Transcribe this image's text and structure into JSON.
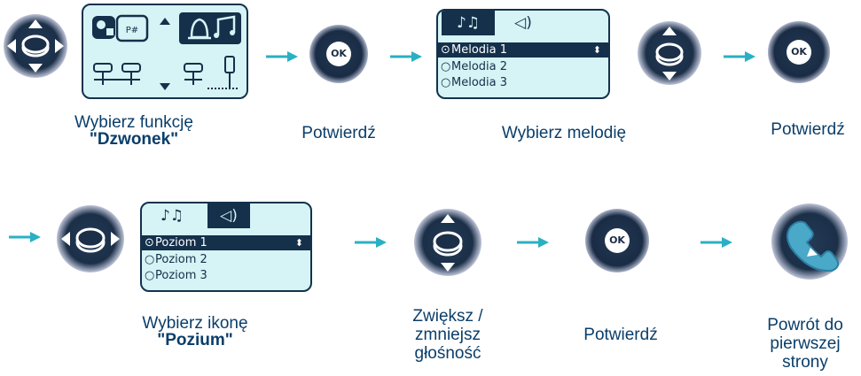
{
  "colors": {
    "arrow": "#2ab0c4",
    "lcd_bg": "#d6f3f5",
    "lcd_ink": "#14304b",
    "caption": "#0a3e6a"
  },
  "ok_label": "OK",
  "menu_screen": {
    "icons": [
      "contacts-icon",
      "keypad-icon",
      "bell-icon",
      "music-note-icon",
      "phone-pair-icon",
      "phone-pair-icon",
      "phone-icon",
      "handset-icon"
    ]
  },
  "melody_screen": {
    "tabs": [
      "♪♫",
      "◁)"
    ],
    "rows": [
      {
        "bullet": "⊙",
        "label": "Melodia 1",
        "selected": true,
        "marker": "⬍"
      },
      {
        "bullet": "○",
        "label": "Melodia 2"
      },
      {
        "bullet": "○",
        "label": "Melodia 3"
      }
    ]
  },
  "volume_screen": {
    "tabs": [
      "♪♫",
      "◁)"
    ],
    "rows": [
      {
        "bullet": "⊙",
        "label": "Poziom 1",
        "selected": true,
        "marker": "⬍"
      },
      {
        "bullet": "○",
        "label": "Poziom 2"
      },
      {
        "bullet": "○",
        "label": "Poziom 3"
      }
    ]
  },
  "captions": {
    "step1_line1": "Wybierz funkcję",
    "step1_line2": "\"Dzwonek\"",
    "step2": "Potwierdź",
    "step3": "Wybierz melodię",
    "step4": "Potwierdź",
    "step5_line1": "Wybierz ikonę",
    "step5_line2": "\"Pozium\"",
    "step6_line1": "Zwiększ /",
    "step6_line2": "zmniejsz",
    "step6_line3": "głośność",
    "step7": "Potwierdź",
    "step8_line1": "Powrót do",
    "step8_line2": "pierwszej",
    "step8_line3": "strony"
  }
}
